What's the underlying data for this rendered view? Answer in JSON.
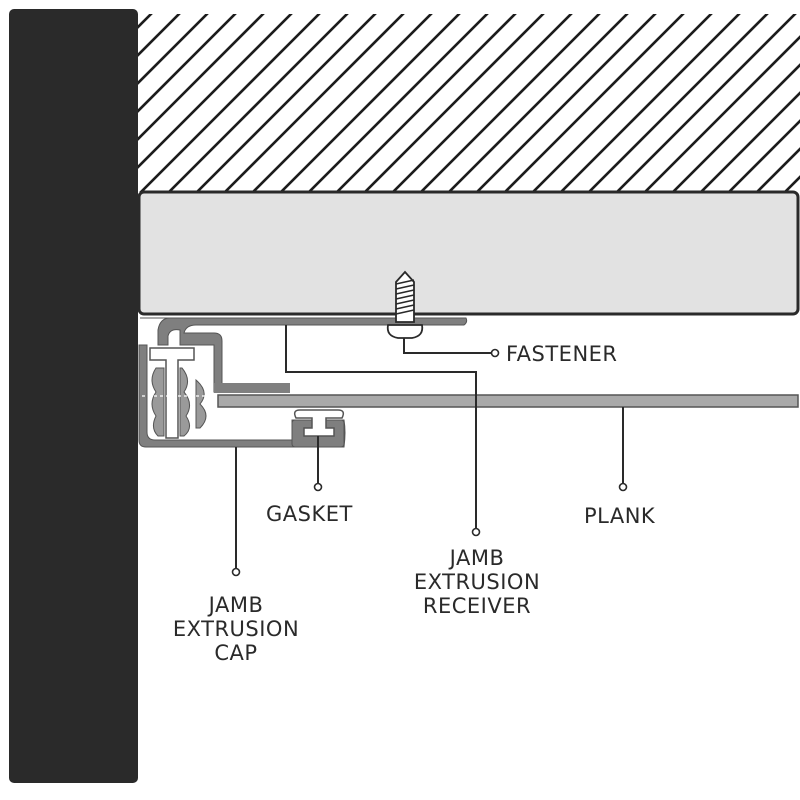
{
  "colors": {
    "wall": "#2a2a2a",
    "hatch": "#1c1c1c",
    "slab": "#e2e2e2",
    "extrusion": "#7f7f7f",
    "plank": "#a9a9a9",
    "leader": "#2a2a2a"
  },
  "labels": {
    "fastener": "FASTENER",
    "plank": "PLANK",
    "gasket": "GASKET",
    "receiver": {
      "line1": "JAMB",
      "line2": "EXTRUSION",
      "line3": "RECEIVER"
    },
    "cap": {
      "line1": "JAMB",
      "line2": "EXTRUSION",
      "line3": "CAP"
    }
  }
}
